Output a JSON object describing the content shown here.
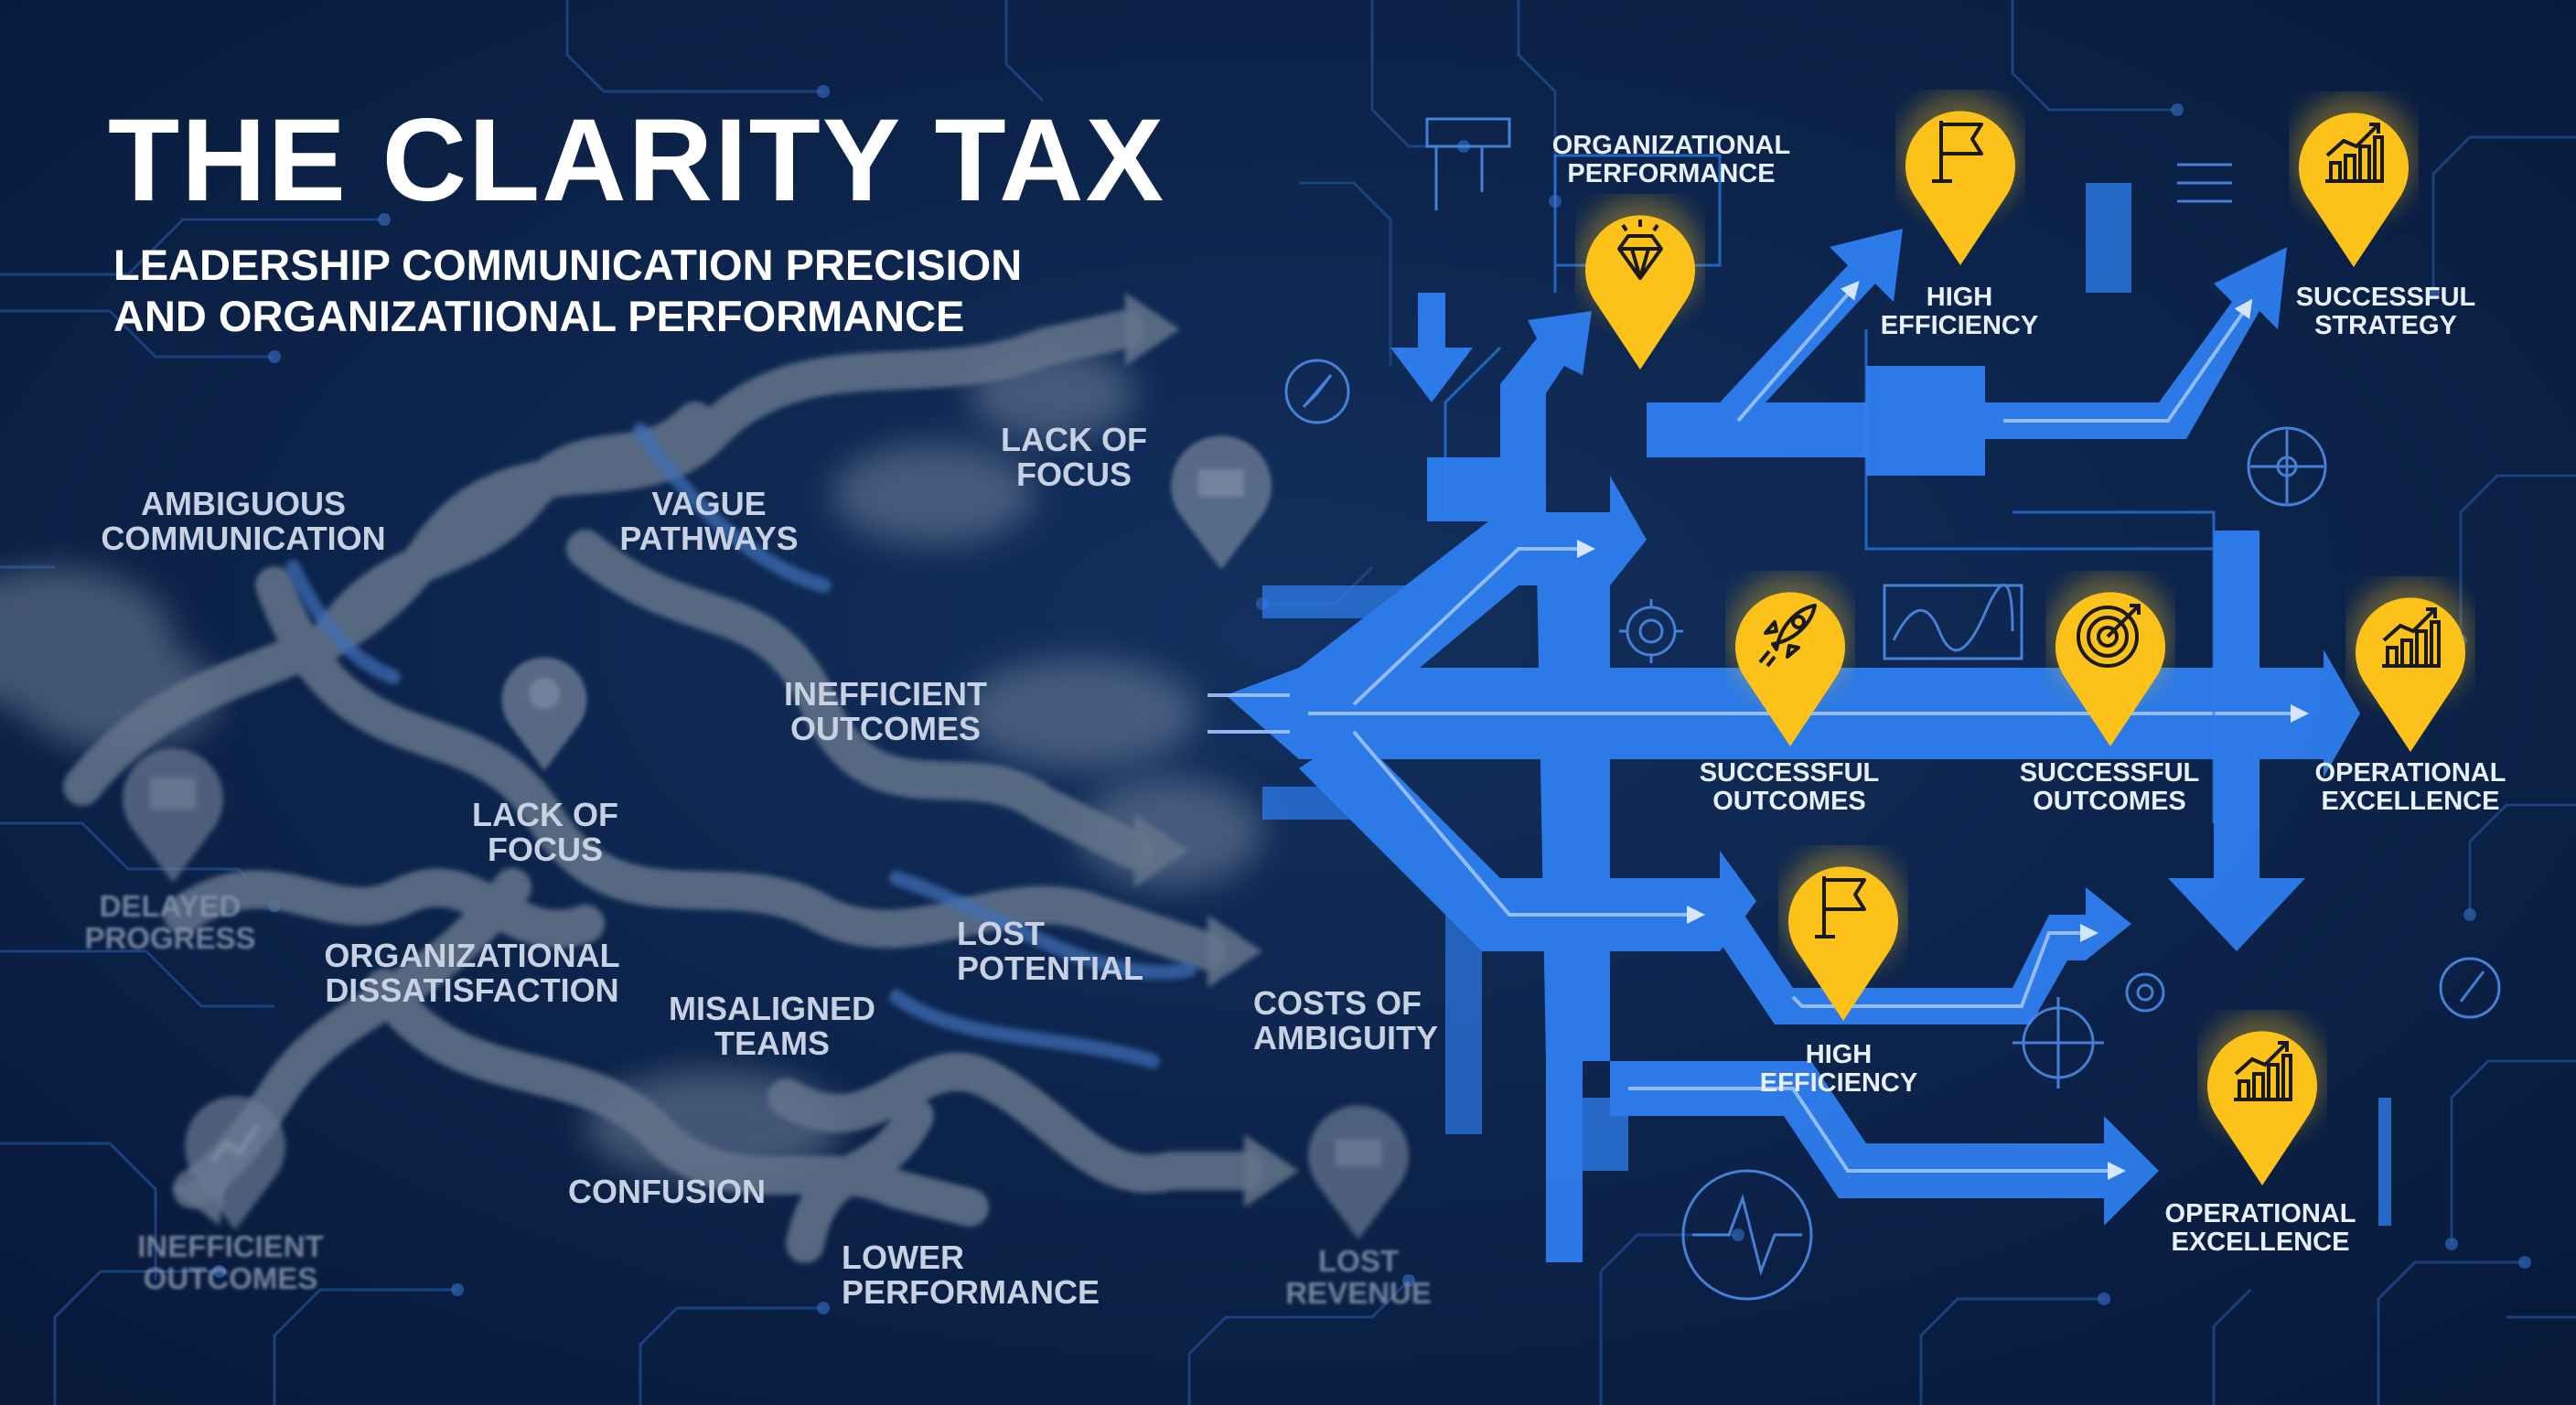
{
  "title": "THE CLARITY TAX",
  "subtitle": "LEADERSHIP COMMUNICATION PRECISION\nAND ORGANIZATIIONAL PERFORMANCE",
  "colors": {
    "background": "#0b2248",
    "grey_path": "#64748a",
    "clear_path": "#2f7ff0",
    "pin": "#fcc21a",
    "circuit": "#1e4a8c"
  },
  "ambiguity_labels": {
    "ambiguous_communication": "AMBIGUOUS\nCOMMUNICATION",
    "vague_pathways": "VAGUE\nPATHWAYS",
    "lack_of_focus_top": "LACK OF\nFOCUS",
    "inefficient_outcomes": "INEFFICIENT\nOUTCOMES",
    "lack_of_focus_mid": "LACK OF\nFOCUS",
    "delayed_progress": "DELAYED\nPROGRESS",
    "organizational_dissatisfaction": "ORGANIZATIONAL\nDISSATISFACTION",
    "lost_potential": "LOST\nPOTENTIAL",
    "misaligned_teams": "MISALIGNED\nTEAMS",
    "costs_of_ambiguity": "COSTS OF\nAMBIGUITY",
    "confusion": "CONFUSION",
    "lower_performance": "LOWER\nPERFORMANCE",
    "inefficient_outcomes_faded": "INEFFICIENT\nOUTCOMES",
    "lost_revenue": "LOST\nREVENUE"
  },
  "clarity_labels": {
    "organizational_performance": "ORGANIZATIONAL\nPERFORMANCE",
    "high_efficiency_top": "HIGH\nEFFICIENCY",
    "successful_strategy": "SUCCESSFUL\nSTRATEGY",
    "successful_outcomes_1": "SUCCESSFUL\nOUTCOMES",
    "successful_outcomes_2": "SUCCESSFUL\nOUTCOMES",
    "operational_excellence_mid": "OPERATIONAL\nEXCELLENCE",
    "high_efficiency_bottom": "HIGH\nEFFICIENCY",
    "operational_excellence_bottom": "OPERATIONAL\nEXCELLENCE"
  },
  "pins": [
    {
      "name": "pin-diamond",
      "icon": "diamond-icon"
    },
    {
      "name": "pin-flag-top",
      "icon": "flag-icon"
    },
    {
      "name": "pin-strategy",
      "icon": "bar-chart-icon"
    },
    {
      "name": "pin-rocket",
      "icon": "rocket-icon"
    },
    {
      "name": "pin-target",
      "icon": "target-icon"
    },
    {
      "name": "pin-excellence-mid",
      "icon": "bar-chart-icon"
    },
    {
      "name": "pin-flag-bottom",
      "icon": "flag-icon"
    },
    {
      "name": "pin-excellence-bottom",
      "icon": "bar-chart-icon"
    }
  ]
}
